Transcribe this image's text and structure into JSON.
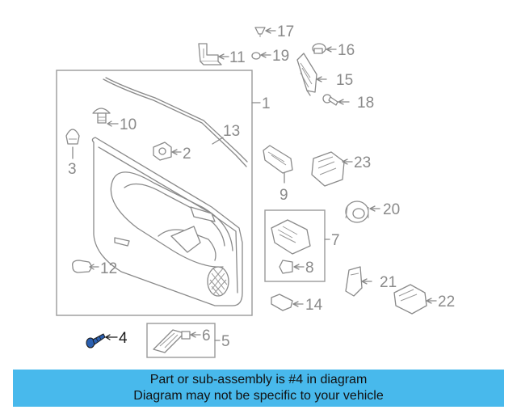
{
  "callouts": {
    "c1": "1",
    "c2": "2",
    "c3": "3",
    "c4": "4",
    "c5": "5",
    "c6": "6",
    "c7": "7",
    "c8": "8",
    "c9": "9",
    "c10": "10",
    "c11": "11",
    "c12": "12",
    "c13": "13",
    "c14": "14",
    "c15": "15",
    "c16": "16",
    "c17": "17",
    "c18": "18",
    "c19": "19",
    "c20": "20",
    "c21": "21",
    "c22": "22",
    "c23": "23"
  },
  "highlighted_part": "4",
  "colors": {
    "banner_background": "#48b9ec",
    "line_gray": "#8a8a8a",
    "highlight_part": "#2a5fb0",
    "highlight_text": "#1a1a1a"
  },
  "banner": {
    "line1": "Part or sub-assembly is #4 in diagram",
    "line2": "Diagram may not be specific to your vehicle"
  }
}
